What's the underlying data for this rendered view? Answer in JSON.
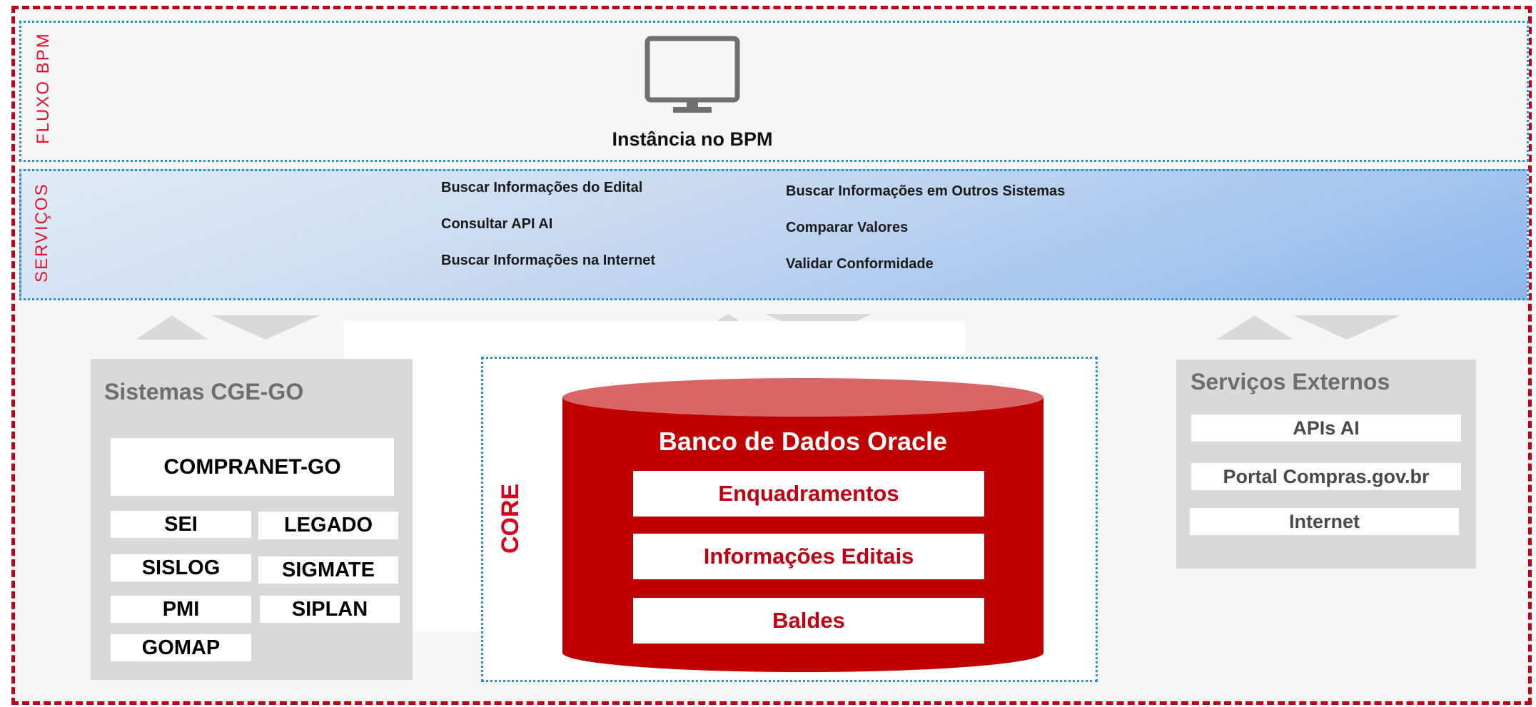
{
  "fluxo_bpm": {
    "label": "FLUXO BPM",
    "title": "Instância no BPM",
    "icon": "monitor-icon"
  },
  "servicos": {
    "label": "SERVIÇOS",
    "col1": [
      "Buscar Informações do Edital",
      "Consultar API AI",
      "Buscar Informações na Internet"
    ],
    "col2": [
      "Buscar Informações em Outros Sistemas",
      "Comparar Valores",
      "Validar Conformidade"
    ]
  },
  "sistemas": {
    "title": "Sistemas  CGE-GO",
    "main": "COMPRANET-GO",
    "items": [
      "SEI",
      "LEGADO",
      "SISLOG",
      "SIGMATE",
      "PMI",
      "SIPLAN",
      "GOMAP"
    ]
  },
  "core": {
    "label": "CORE",
    "db_title": "Banco de Dados Oracle",
    "items": [
      "Enquadramentos",
      "Informações Editais",
      "Baldes"
    ]
  },
  "externos": {
    "title": "Serviços Externos",
    "items": [
      "APIs AI",
      "Portal Compras.gov.br",
      "Internet"
    ]
  },
  "colors": {
    "accent_red": "#c00012",
    "border_blue": "#2b8fc9",
    "dashed_red": "#c00018",
    "arrow_gray": "#d9d9d9"
  }
}
